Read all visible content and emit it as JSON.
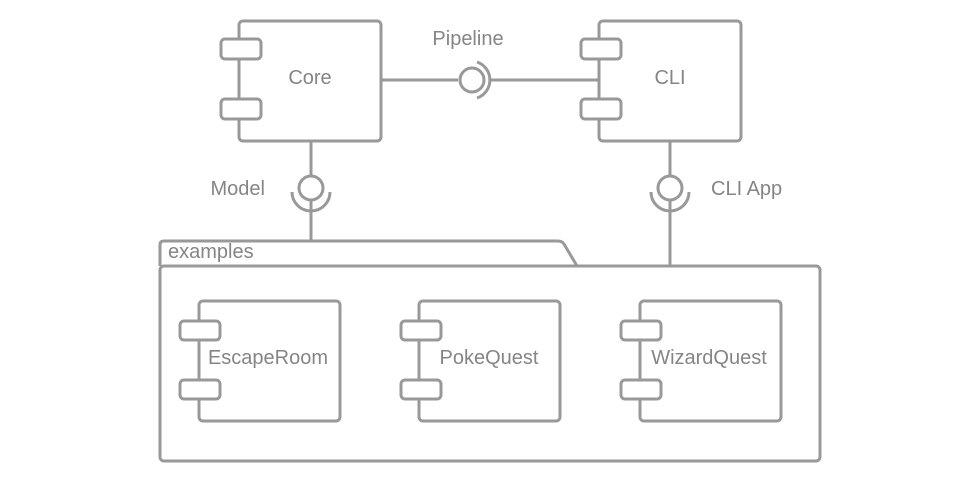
{
  "components": {
    "core": "Core",
    "cli": "CLI",
    "escape_room": "EscapeRoom",
    "poke_quest": "PokeQuest",
    "wizard_quest": "WizardQuest"
  },
  "package": {
    "name": "examples"
  },
  "interfaces": {
    "pipeline": "Pipeline",
    "model": "Model",
    "cli_app": "CLI App"
  },
  "colors": {
    "stroke": "#999999",
    "text": "#858585",
    "background": "#ffffff"
  }
}
